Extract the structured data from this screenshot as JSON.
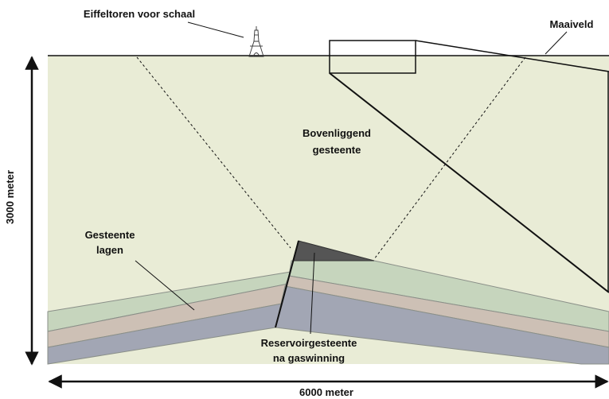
{
  "labels": {
    "eiffel": "Eiffeltoren voor schaal",
    "surface": "Maaiveld",
    "overburden_line1": "Bovenliggend",
    "overburden_line2": "gesteente",
    "layers_line1": "Gesteente",
    "layers_line2": "lagen",
    "reservoir_line1": "Reservoirgesteente",
    "reservoir_line2": "na gaswinning",
    "depth": "3000 meter",
    "width": "6000 meter"
  },
  "colors": {
    "background": "#e9ecd6",
    "layer_top": "#c6d5bd",
    "layer_middle": "#cdc0b5",
    "layer_bottom": "#a2a6b4",
    "reservoir": "#555555",
    "line": "#111111"
  },
  "icons": {
    "eiffel": "eiffel-tower-icon"
  }
}
